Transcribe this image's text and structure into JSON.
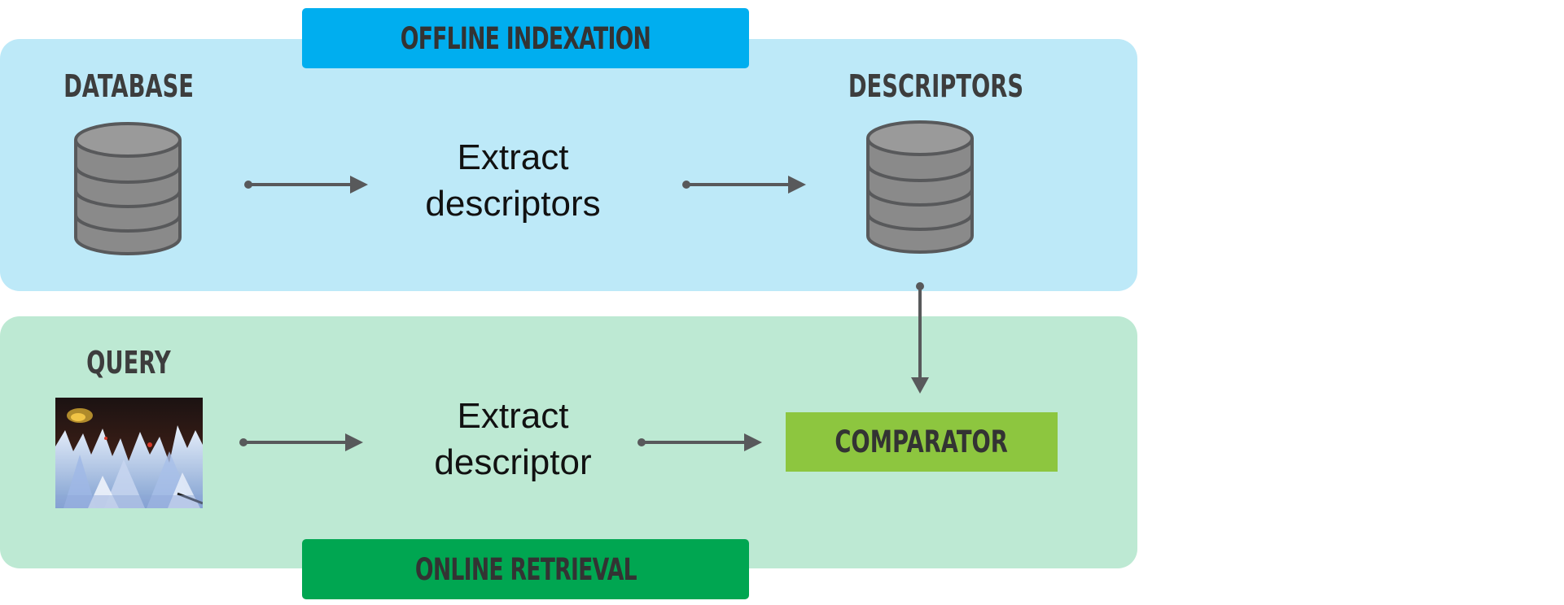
{
  "offline": {
    "banner": "OFFLINE INDEXATION",
    "source_label": "DATABASE",
    "step_line1": "Extract",
    "step_line2": "descriptors",
    "target_label": "DESCRIPTORS"
  },
  "online": {
    "banner": "ONLINE RETRIEVAL",
    "source_label": "QUERY",
    "step_line1": "Extract",
    "step_line2": "descriptor",
    "comparator_label": "COMPARATOR"
  },
  "colors": {
    "offline_panel": "#bde9f8",
    "offline_banner": "#00aeef",
    "online_panel": "#bde9d3",
    "online_banner": "#00a651",
    "comparator": "#8dc63f",
    "arrow": "#58595b",
    "database_icon": "#8a8a8a"
  },
  "icons": {
    "source_database": "database-icon",
    "descriptors_database": "database-icon",
    "query_image": "mountain-image-thumbnail"
  }
}
